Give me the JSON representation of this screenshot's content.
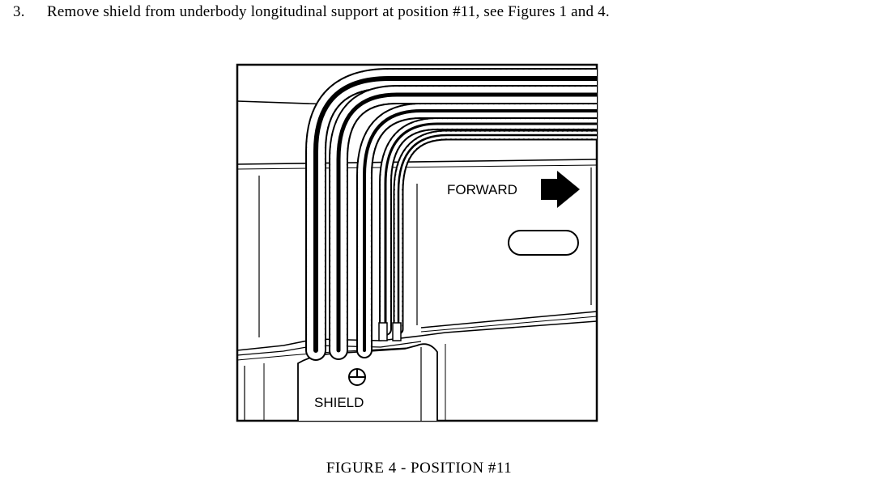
{
  "step": {
    "number": "3.",
    "text": "Remove shield from underbody longitudinal support at position #11, see Figures 1 and 4."
  },
  "figure": {
    "labels": {
      "forward": "FORWARD",
      "shield": "SHIELD"
    },
    "icons": {
      "direction": "arrow-right-icon",
      "fastener": "screw-head-icon"
    },
    "caption": "FIGURE 4 - POSITION #11"
  }
}
